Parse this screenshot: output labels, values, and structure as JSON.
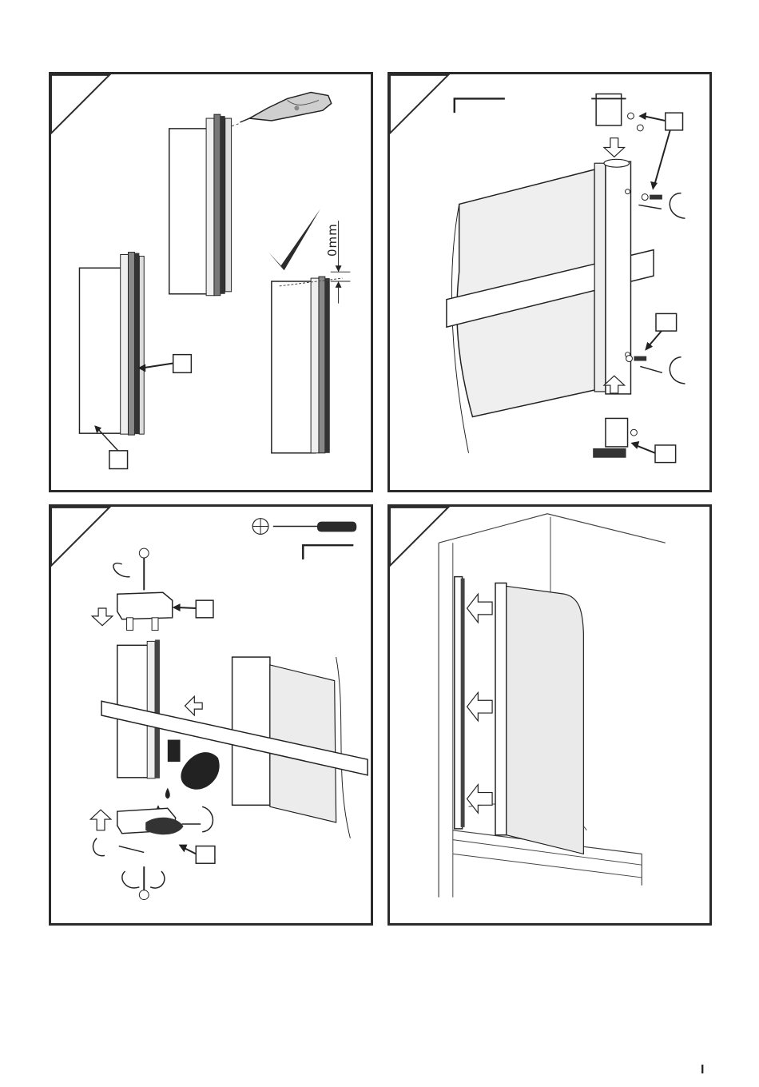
{
  "page": {
    "number": "I"
  },
  "panels": [
    {
      "id": "step-1",
      "gap_label": "0mm"
    },
    {
      "id": "step-2"
    },
    {
      "id": "step-3"
    },
    {
      "id": "step-4"
    }
  ]
}
